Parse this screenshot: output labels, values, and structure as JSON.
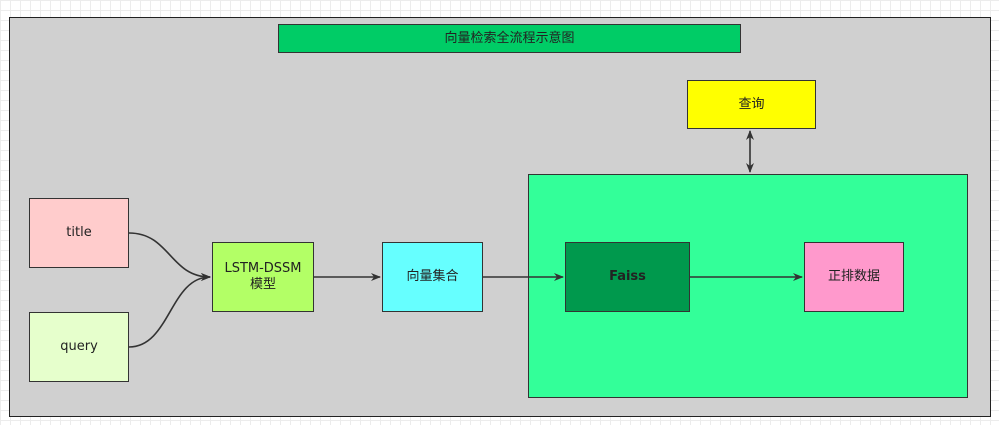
{
  "title": "向量检索全流程示意图",
  "nodes": {
    "query_top": "查询",
    "title_input": "title",
    "query_input": "query",
    "model_line1": "LSTM-DSSM",
    "model_line2": "模型",
    "vector_set": "向量集合",
    "faiss": "Faiss",
    "forward_index": "正排数据"
  },
  "colors": {
    "canvas": "#d0d0d0",
    "title_bar": "#00cc66",
    "query_top": "#ffff00",
    "engine": "#33ff99",
    "title_input": "#ffcccc",
    "query_input": "#e6ffcc",
    "model": "#b3ff66",
    "vector_set": "#66ffff",
    "faiss": "#00994d",
    "forward_index": "#ff99cc",
    "edge": "#333333"
  }
}
